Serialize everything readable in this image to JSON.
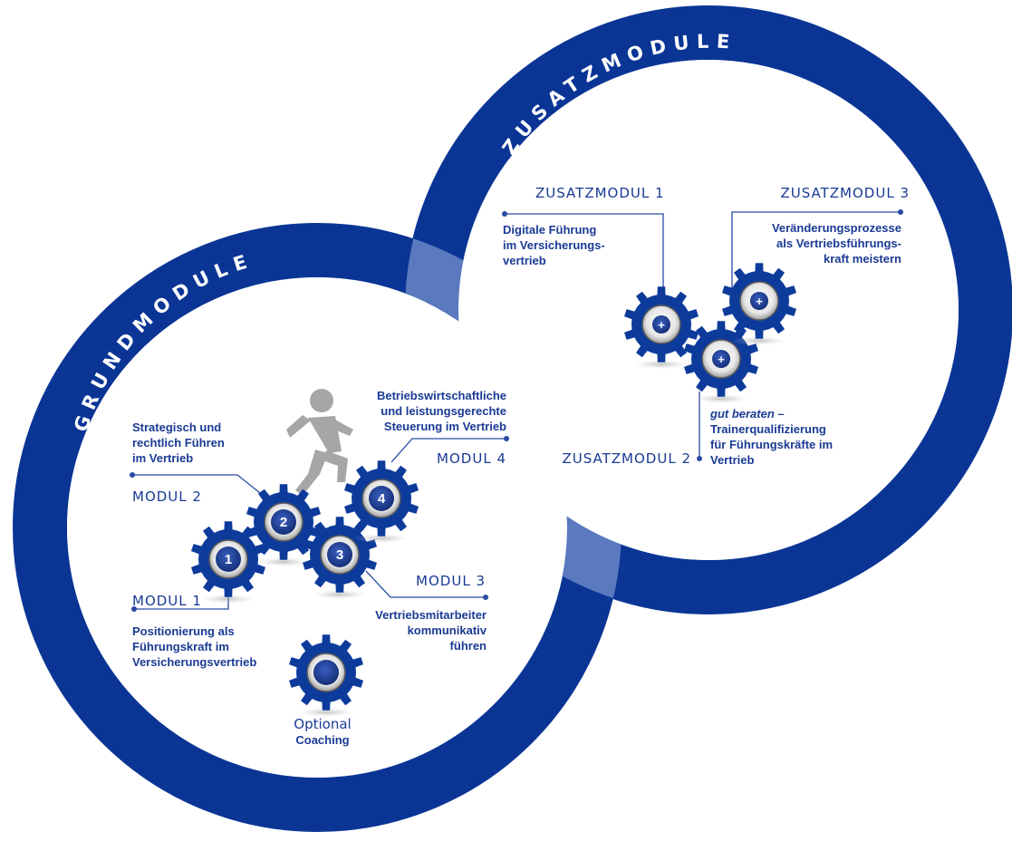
{
  "colors": {
    "ring": "#0a3595",
    "ring_overlap": "#5a79bf",
    "gear": "#0d3b9b",
    "gear_center": "#1d3f8a",
    "person": "#a6a6a6",
    "text": "#1a3a94"
  },
  "grund": {
    "title": "GRUNDMODULE",
    "modul1": {
      "label": "MODUL 1",
      "desc": [
        "Positionierung als",
        "Führungskraft im",
        "Versicherungsvertrieb"
      ],
      "num": "1"
    },
    "modul2": {
      "label": "MODUL 2",
      "desc": [
        "Strategisch und",
        "rechtlich Führen",
        "im Vertrieb"
      ],
      "num": "2"
    },
    "modul3": {
      "label": "MODUL 3",
      "desc": [
        "Vertriebsmitarbeiter",
        "kommunikativ",
        "führen"
      ],
      "num": "3"
    },
    "modul4": {
      "label": "MODUL 4",
      "desc": [
        "Betriebswirtschaftliche",
        "und leistungsgerechte",
        "Steuerung im Vertrieb"
      ],
      "num": "4"
    },
    "optional": {
      "label": "Optional",
      "desc": "Coaching"
    }
  },
  "zusatz": {
    "title": "ZUSATZMODULE",
    "modul1": {
      "label": "ZUSATZMODUL 1",
      "desc": [
        "Digitale Führung",
        "im Versicherungs-",
        "vertrieb"
      ],
      "symbol": "+"
    },
    "modul2": {
      "label": "ZUSATZMODUL 2",
      "desc_italic": "gut beraten –",
      "desc": [
        "Trainerqualifizierung",
        "für Führungskräfte im",
        "Vertrieb"
      ],
      "symbol": "+"
    },
    "modul3": {
      "label": "ZUSATZMODUL 3",
      "desc": [
        "Veränderungsprozesse",
        "als Vertriebsführungs-",
        "kraft meistern"
      ],
      "symbol": "+"
    }
  },
  "icons": {
    "person": "walking-person-icon",
    "gear": "gear-icon"
  }
}
